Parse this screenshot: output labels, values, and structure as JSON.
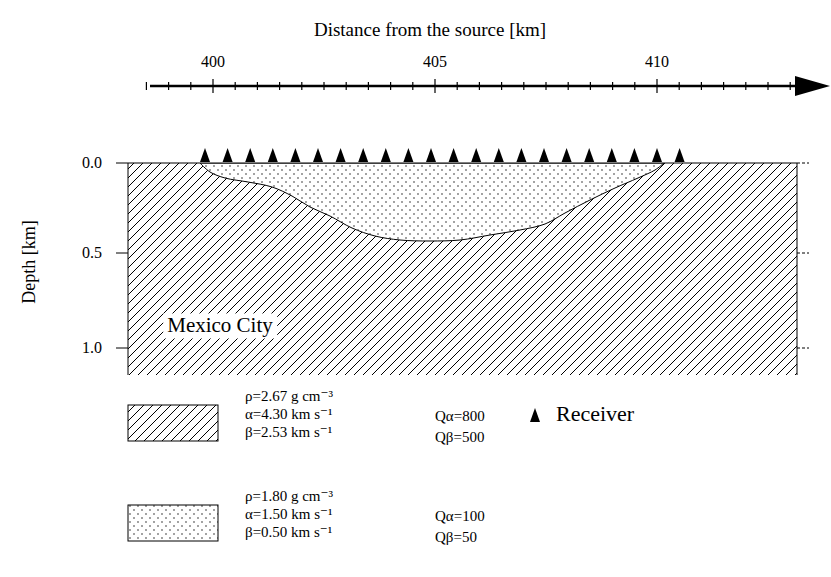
{
  "diagram": {
    "labels": [
      "Distance from the source [km]",
      "400",
      "405",
      "410",
      "Depth [km]",
      "0.0",
      "0.5",
      "1.0",
      "Mexico City"
    ],
    "legend": [
      {
        "text": "ρ=2.67 g cm⁻³"
      },
      {
        "text": "α=4.30 km s⁻¹"
      },
      {
        "text": "β=2.53 km s⁻¹"
      },
      {
        "text": "Qα=800"
      },
      {
        "text": "Qβ=500"
      },
      {
        "text": "Receiver"
      },
      {
        "text": "ρ=1.80 g cm⁻³"
      },
      {
        "text": "α=1.50 km s⁻¹"
      },
      {
        "text": "β=0.50 km s⁻¹"
      },
      {
        "text": "Qα=100"
      },
      {
        "text": "Qβ=50"
      }
    ]
  }
}
